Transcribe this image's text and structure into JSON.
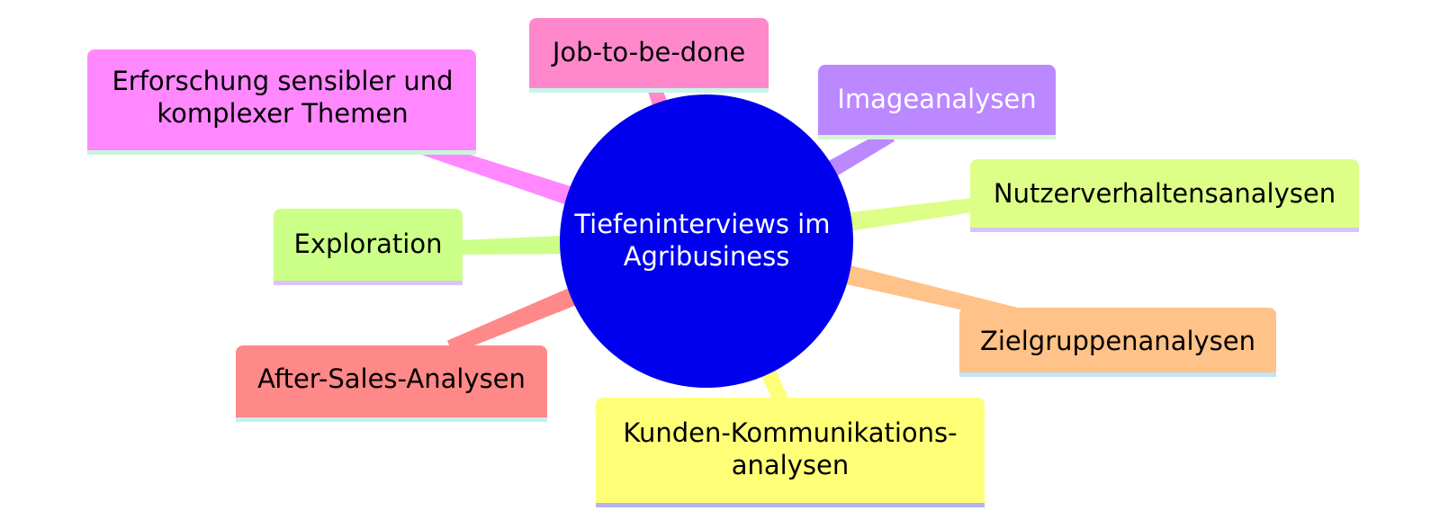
{
  "center": {
    "lines": [
      "Tiefeninterviews im",
      "Agribusiness"
    ],
    "fill": "#0000ee",
    "text_color": "#ffffff"
  },
  "branches": [
    {
      "id": "erforschung",
      "lines": [
        "Erforschung sensibler und",
        "komplexer Themen"
      ],
      "fill": "#ff88ff",
      "underline": "#c8f5dc",
      "edge": "#ff88ff",
      "text_color": "#000000"
    },
    {
      "id": "job-to-be-done",
      "lines": [
        "Job-to-be-done"
      ],
      "fill": "#ff88cc",
      "underline": "#c8f5e8",
      "edge": "#ff88cc",
      "text_color": "#000000"
    },
    {
      "id": "imageanalysen",
      "lines": [
        "Imageanalysen"
      ],
      "fill": "#bb88ff",
      "underline": "#d4f5d4",
      "edge": "#bb88ff",
      "text_color": "#ffffff"
    },
    {
      "id": "nutzerverhaltensanalysen",
      "lines": [
        "Nutzerverhaltensanalysen"
      ],
      "fill": "#ddff88",
      "underline": "#d8c4f5",
      "edge": "#ddff88",
      "text_color": "#000000"
    },
    {
      "id": "zielgruppenanalysen",
      "lines": [
        "Zielgruppenanalysen"
      ],
      "fill": "#ffc288",
      "underline": "#c4e4f5",
      "edge": "#ffc288",
      "text_color": "#000000"
    },
    {
      "id": "kunden-kommunikationsanalysen",
      "lines": [
        "Kunden-Kommunikations-",
        "analysen"
      ],
      "fill": "#ffff77",
      "underline": "#b4b4f0",
      "edge": "#ffff77",
      "text_color": "#000000"
    },
    {
      "id": "after-sales-analysen",
      "lines": [
        "After-Sales-Analysen"
      ],
      "fill": "#ff8888",
      "underline": "#c4f0f5",
      "edge": "#ff8888",
      "text_color": "#000000"
    },
    {
      "id": "exploration",
      "lines": [
        "Exploration"
      ],
      "fill": "#ccff88",
      "underline": "#dcc4f5",
      "edge": "#ccff88",
      "text_color": "#000000"
    }
  ]
}
